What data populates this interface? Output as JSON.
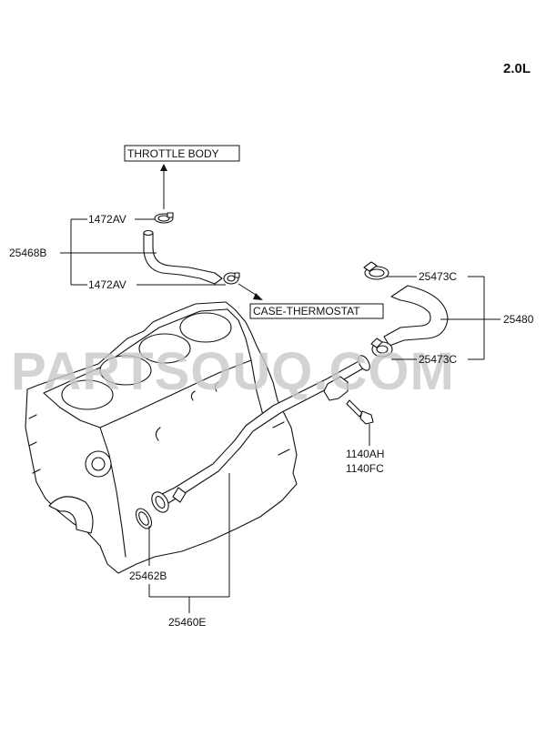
{
  "variant": "2.0L",
  "watermark": "PARTSOUQ.COM",
  "callouts": {
    "throttle_body": "THROTTLE BODY",
    "case_thermostat": "CASE-THERMOSTAT"
  },
  "part_numbers": {
    "clamp_upper": "1472AV",
    "clamp_lower": "1472AV",
    "hose_assy": "25468B",
    "clamp_hose_top": "25473C",
    "clamp_hose_bottom": "25473C",
    "hose_25480": "25480",
    "bolt_1": "1140AH",
    "bolt_2": "1140FC",
    "oring": "25462B",
    "pipe": "25460E"
  }
}
